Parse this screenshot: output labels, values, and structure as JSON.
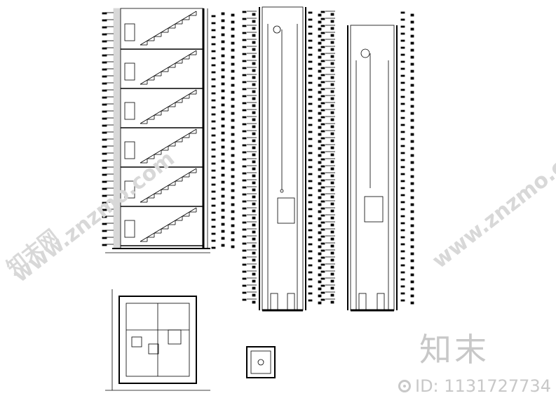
{
  "watermark": {
    "site_text": "www.znzmo.com",
    "brand_chars": "知末网",
    "brand_large": "知末",
    "id_text": "ID: 1131727734",
    "color": "#c8c8c8"
  },
  "drawing": {
    "line_color": "#000000",
    "background": "#ffffff"
  }
}
